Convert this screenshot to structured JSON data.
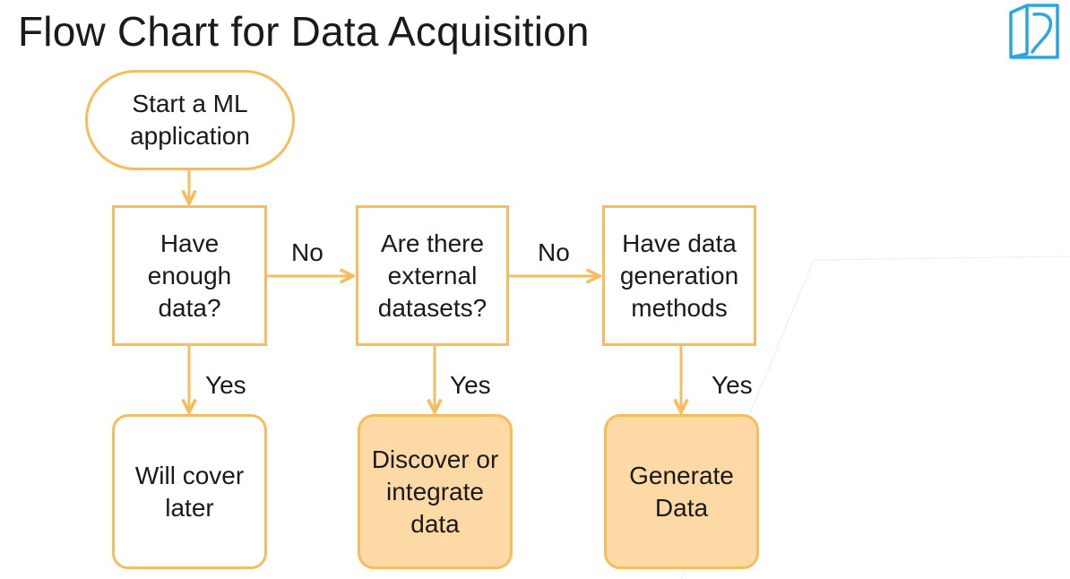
{
  "title": "Flow Chart for Data Acquisition",
  "logo": {
    "icon": "book-logo-icon",
    "color": "#2aa6e0"
  },
  "colors": {
    "border": "#f5bd5c",
    "fill": "#fcd9a5",
    "arrow": "#f5bd5c"
  },
  "nodes": {
    "start": "Start a ML\napplication",
    "enough_data": "Have\nenough\ndata?",
    "external_datasets": "Are there\nexternal\ndatasets?",
    "generation_methods": "Have data\ngeneration\nmethods",
    "cover_later": "Will cover\nlater",
    "discover": "Discover or\nintegrate\ndata",
    "generate": "Generate\nData"
  },
  "edge_labels": {
    "no_1": "No",
    "no_2": "No",
    "yes_1": "Yes",
    "yes_2": "Yes",
    "yes_3": "Yes"
  }
}
